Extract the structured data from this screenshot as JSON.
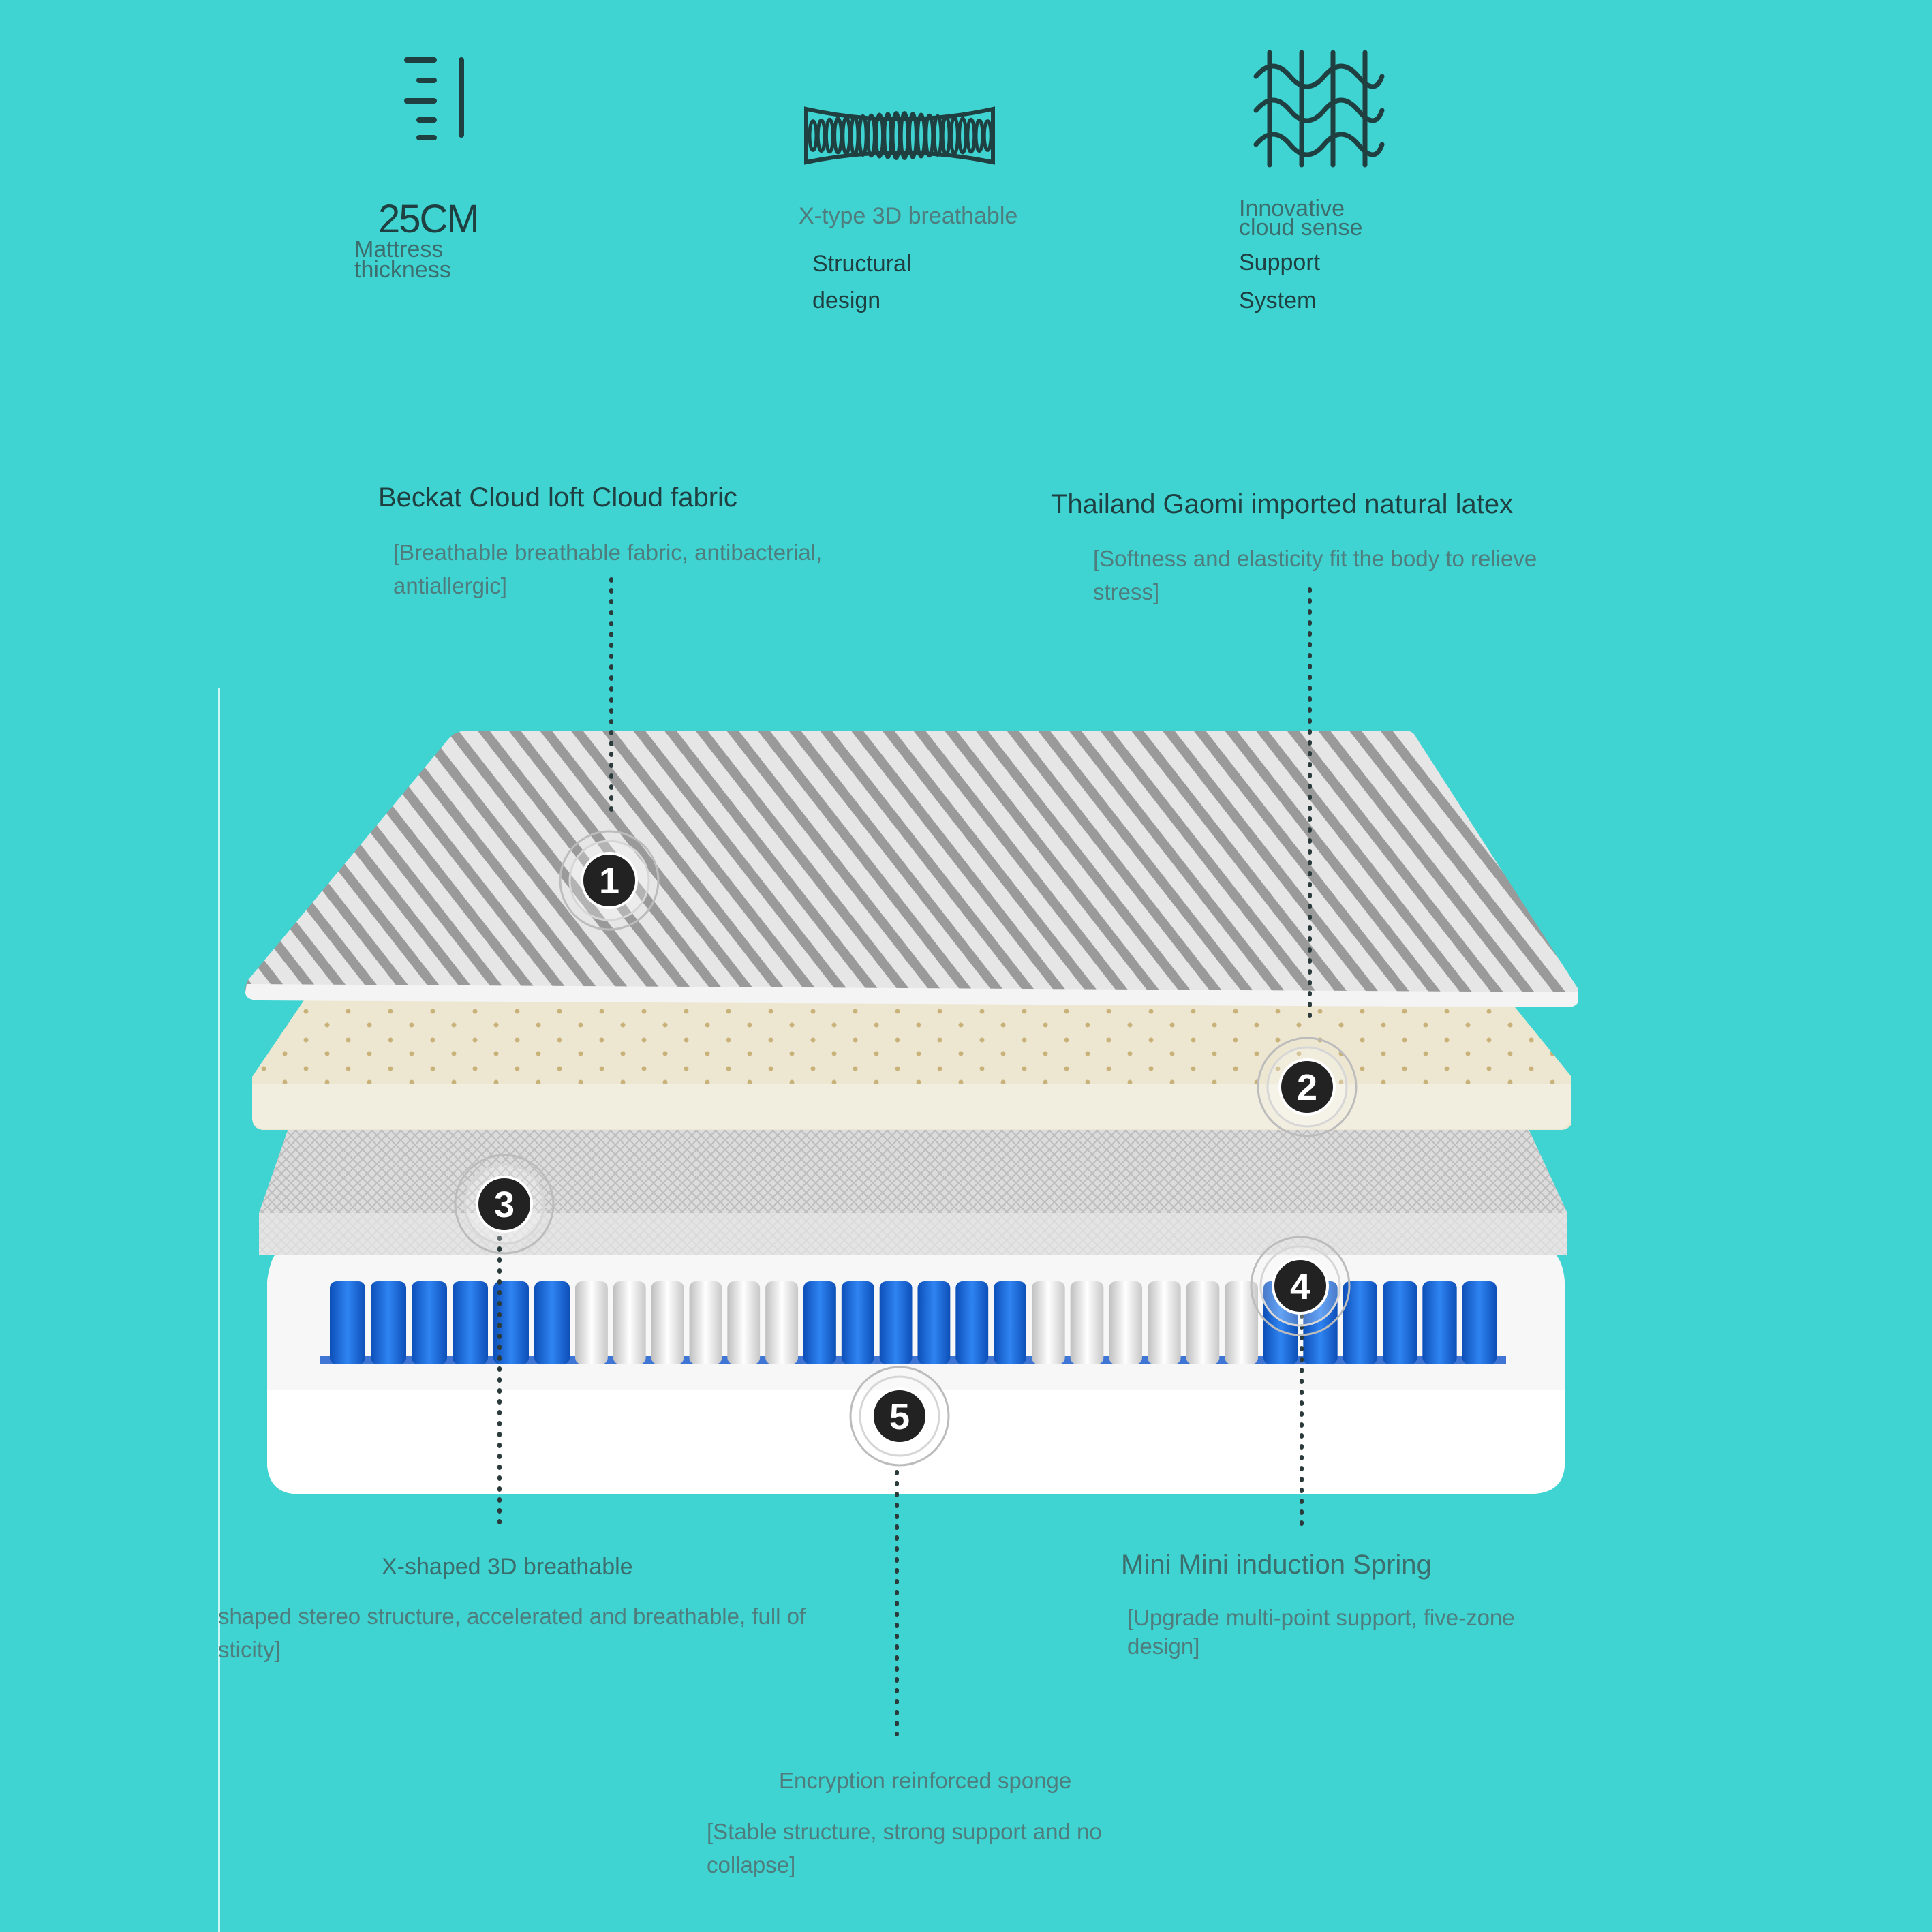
{
  "features": [
    {
      "icon": "thickness-icon",
      "value": "25CM",
      "lines": [
        "Mattress",
        "thickness"
      ]
    },
    {
      "icon": "spring-structure-icon",
      "lines": [
        "X-type 3D breathable",
        "Structural",
        "design"
      ]
    },
    {
      "icon": "wave-support-icon",
      "lines": [
        "Innovative",
        "cloud sense",
        "Support",
        "System"
      ]
    }
  ],
  "layers": [
    {
      "number": "1",
      "title": "Beckat Cloud loft Cloud fabric",
      "desc": [
        "[Breathable breathable fabric, antibacterial,",
        "antiallergic]"
      ]
    },
    {
      "number": "2",
      "title": "Thailand Gaomi imported natural latex",
      "desc": [
        "[Softness and elasticity fit the body to relieve",
        "stress]"
      ]
    },
    {
      "number": "3",
      "title": "X-shaped 3D breathable",
      "desc": [
        "shaped stereo structure, accelerated and breathable, full of",
        "sticity]"
      ]
    },
    {
      "number": "4",
      "title": "Mini Mini induction Spring",
      "desc": [
        "[Upgrade multi-point support, five-zone",
        "design]"
      ]
    },
    {
      "number": "5",
      "title": "Encryption reinforced sponge",
      "desc": [
        "[Stable structure, strong support and no",
        "collapse]"
      ]
    }
  ],
  "colors": {
    "background": "#3fd4d2",
    "spring_blue": "#1f6fe0",
    "spring_white": "#f2f2f2",
    "badge": "#222222"
  }
}
